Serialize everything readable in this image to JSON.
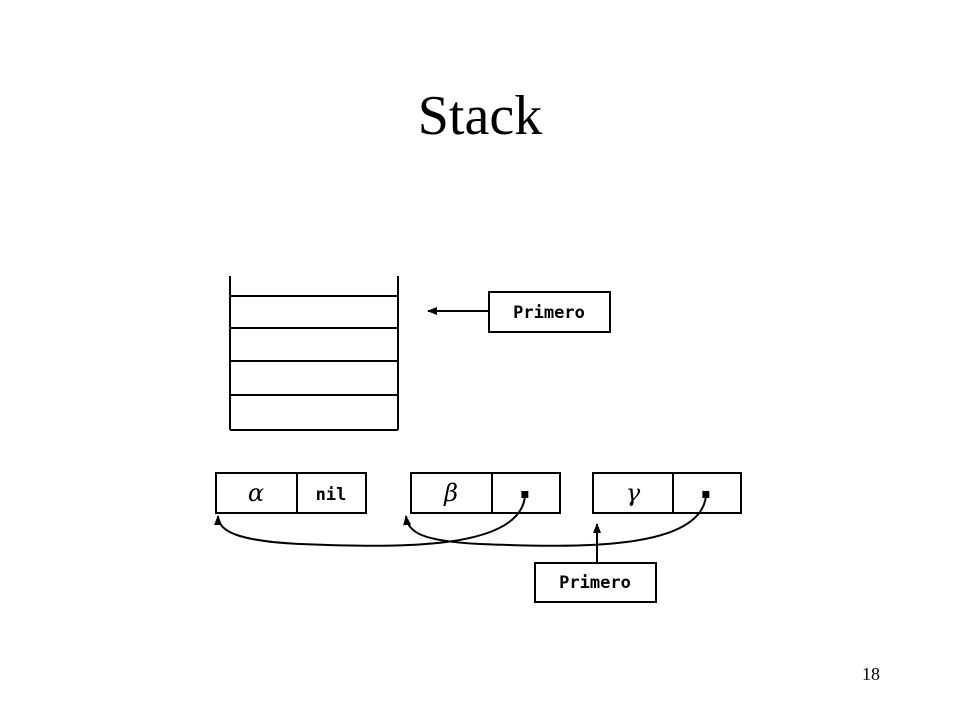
{
  "slide": {
    "title": "Stack",
    "page_number": "18"
  },
  "stack_diagram": {
    "pointer_label": "Primero",
    "slots": 5
  },
  "linked_list": {
    "nodes": [
      {
        "value": "α",
        "next": "nil"
      },
      {
        "value": "β",
        "next": "▪"
      },
      {
        "value": "γ",
        "next": "▪"
      }
    ],
    "pointer_label": "Primero"
  },
  "colors": {
    "line": "#000000",
    "background": "#ffffff"
  }
}
